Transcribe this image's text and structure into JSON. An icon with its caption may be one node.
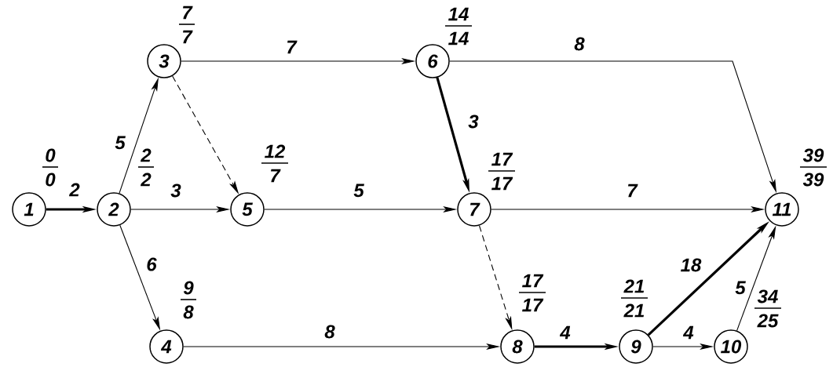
{
  "diagram": {
    "nodes": [
      {
        "text": [
          "1"
        ],
        "beside": [
          "0",
          "0"
        ]
      },
      {
        "text": [
          "2"
        ],
        "beside": [
          "2",
          "2"
        ]
      },
      {
        "text": [
          "3"
        ],
        "beside": [
          "7",
          "7"
        ]
      },
      {
        "text": [
          "4"
        ],
        "beside": [
          "9",
          "8"
        ]
      },
      {
        "text": [
          "5"
        ],
        "beside": [
          "12",
          "7"
        ]
      },
      {
        "text": [
          "6"
        ],
        "beside": [
          "14",
          "14"
        ]
      },
      {
        "text": [
          "7"
        ],
        "beside": [
          "17",
          "17"
        ]
      },
      {
        "text": [
          "8"
        ],
        "beside": [
          "17",
          "17"
        ]
      },
      {
        "text": [
          "9"
        ],
        "beside": [
          "21",
          "21"
        ]
      },
      {
        "text": [
          "10"
        ],
        "beside": [
          "34",
          "25"
        ]
      },
      {
        "text": [
          "11"
        ],
        "beside": [
          "39",
          "39"
        ]
      }
    ],
    "edges": [
      {
        "from": 0,
        "to": 1,
        "arrow": "to",
        "label": "2",
        "style": "thick"
      },
      {
        "from": 1,
        "to": 2,
        "arrow": "to",
        "label": "5"
      },
      {
        "from": 1,
        "to": 4,
        "arrow": "to",
        "label": "3"
      },
      {
        "from": 1,
        "to": 3,
        "arrow": "to",
        "label": "6"
      },
      {
        "from": 2,
        "to": 5,
        "arrow": "to",
        "label": "7"
      },
      {
        "from": 2,
        "to": 4,
        "arrow": "to",
        "style": "dashed"
      },
      {
        "from": 5,
        "to": 6,
        "arrow": "to",
        "label": "3",
        "style": "thick"
      },
      {
        "from": 5,
        "to": 10,
        "arrow": "to",
        "label": "8"
      },
      {
        "from": 4,
        "to": 6,
        "arrow": "to",
        "label": "5"
      },
      {
        "from": 6,
        "to": 10,
        "arrow": "to",
        "label": "7"
      },
      {
        "from": 6,
        "to": 7,
        "arrow": "to",
        "style": "dashed"
      },
      {
        "from": 3,
        "to": 7,
        "arrow": "to",
        "label": "8"
      },
      {
        "from": 7,
        "to": 8,
        "arrow": "to",
        "label": "4",
        "style": "thick"
      },
      {
        "from": 8,
        "to": 10,
        "arrow": "to",
        "label": "18",
        "style": "thick"
      },
      {
        "from": 8,
        "to": 9,
        "arrow": "to",
        "label": "4"
      },
      {
        "from": 9,
        "to": 10,
        "arrow": "to",
        "label": "5"
      }
    ]
  }
}
